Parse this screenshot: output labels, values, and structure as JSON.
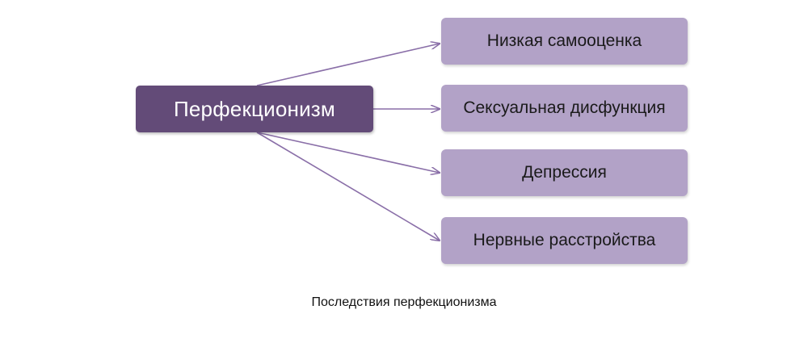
{
  "diagram": {
    "root": {
      "label": "Перфекционизм"
    },
    "consequences": [
      {
        "label": "Низкая самооценка"
      },
      {
        "label": "Сексуальная дисфункция"
      },
      {
        "label": "Депрессия"
      },
      {
        "label": "Нервные расстройства"
      }
    ],
    "caption": "Последствия перфекционизма"
  },
  "colors": {
    "root_fill": "#634b78",
    "leaf_fill": "#b2a2c7",
    "arrow": "#8a6fa8"
  }
}
